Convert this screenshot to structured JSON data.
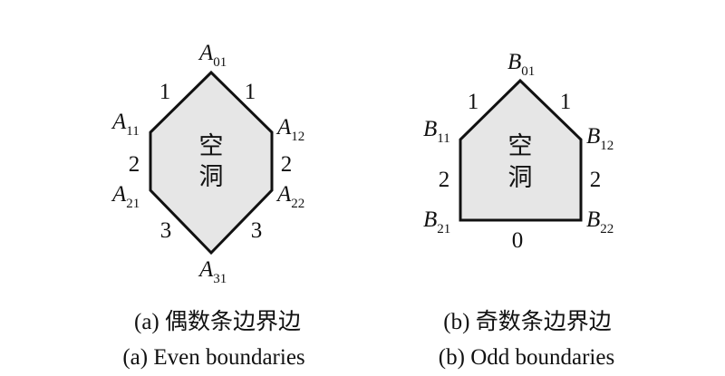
{
  "panel_a": {
    "hole_line1": "空",
    "hole_line2": "洞",
    "vertices": [
      {
        "letter": "A",
        "sub": "01"
      },
      {
        "letter": "A",
        "sub": "11"
      },
      {
        "letter": "A",
        "sub": "12"
      },
      {
        "letter": "A",
        "sub": "21"
      },
      {
        "letter": "A",
        "sub": "22"
      },
      {
        "letter": "A",
        "sub": "31"
      }
    ],
    "edges": [
      "1",
      "1",
      "2",
      "2",
      "3",
      "3"
    ],
    "caption_cn": "(a) 偶数条边界边",
    "caption_en": "(a) Even boundaries"
  },
  "panel_b": {
    "hole_line1": "空",
    "hole_line2": "洞",
    "vertices": [
      {
        "letter": "B",
        "sub": "01"
      },
      {
        "letter": "B",
        "sub": "11"
      },
      {
        "letter": "B",
        "sub": "12"
      },
      {
        "letter": "B",
        "sub": "21"
      },
      {
        "letter": "B",
        "sub": "22"
      }
    ],
    "edges": [
      "1",
      "1",
      "2",
      "2",
      "0"
    ],
    "caption_cn": "(b) 奇数条边界边",
    "caption_en": "(b) Odd boundaries"
  }
}
